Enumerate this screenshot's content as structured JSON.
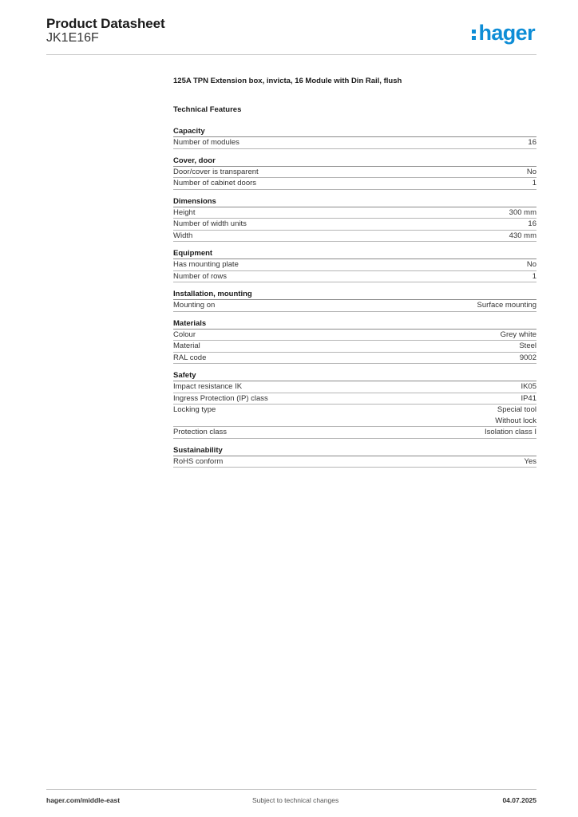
{
  "header": {
    "title": "Product Datasheet",
    "code": "JK1E16F",
    "logo_text": "hager",
    "brand_color": "#0e8dd6"
  },
  "product": {
    "description": "125A TPN Extension box, invicta, 16 Module with Din Rail, flush",
    "features_title": "Technical Features"
  },
  "sections": [
    {
      "title": "Capacity",
      "rows": [
        {
          "label": "Number of modules",
          "value": "16"
        }
      ]
    },
    {
      "title": "Cover, door",
      "rows": [
        {
          "label": "Door/cover is transparent",
          "value": "No"
        },
        {
          "label": "Number of cabinet doors",
          "value": "1"
        }
      ]
    },
    {
      "title": "Dimensions",
      "rows": [
        {
          "label": "Height",
          "value": "300 mm"
        },
        {
          "label": "Number of width units",
          "value": "16"
        },
        {
          "label": "Width",
          "value": "430 mm"
        }
      ]
    },
    {
      "title": "Equipment",
      "rows": [
        {
          "label": "Has mounting plate",
          "value": "No"
        },
        {
          "label": "Number of rows",
          "value": "1"
        }
      ]
    },
    {
      "title": "Installation, mounting",
      "rows": [
        {
          "label": "Mounting on",
          "value": "Surface mounting"
        }
      ]
    },
    {
      "title": "Materials",
      "rows": [
        {
          "label": "Colour",
          "value": "Grey white"
        },
        {
          "label": "Material",
          "value": "Steel"
        },
        {
          "label": "RAL code",
          "value": "9002"
        }
      ]
    },
    {
      "title": "Safety",
      "rows": [
        {
          "label": "Impact resistance IK",
          "value": "IK05"
        },
        {
          "label": "Ingress Protection (IP) class",
          "value": "IP41"
        },
        {
          "label": "Locking type",
          "value": "Special tool\nWithout lock"
        },
        {
          "label": "Protection class",
          "value": "Isolation class I"
        }
      ]
    },
    {
      "title": "Sustainability",
      "rows": [
        {
          "label": "RoHS conform",
          "value": "Yes"
        }
      ]
    }
  ],
  "footer": {
    "website": "hager.com/middle-east",
    "notice": "Subject to technical changes",
    "date": "04.07.2025"
  }
}
